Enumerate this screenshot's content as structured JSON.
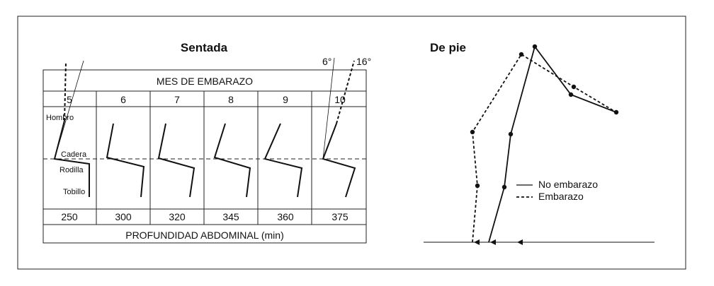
{
  "seated": {
    "title": "Sentada",
    "header": "MES DE EMBARAZO",
    "months": [
      "5",
      "6",
      "7",
      "8",
      "9",
      "10"
    ],
    "depths": [
      "250",
      "300",
      "320",
      "345",
      "360",
      "375"
    ],
    "footer": "PROFUNDIDAD ABDOMINAL (min)",
    "joints": {
      "shoulder": "Hombro",
      "hip": "Cadera",
      "knee": "Rodilla",
      "ankle": "Tobillo"
    },
    "angles": {
      "low": "6°",
      "high": "16°"
    }
  },
  "standing": {
    "title": "De pie",
    "legend": {
      "solid": "No embarazo",
      "dashed": "Embarazo"
    }
  }
}
